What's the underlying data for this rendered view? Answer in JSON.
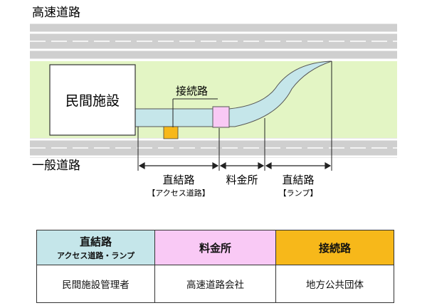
{
  "labels": {
    "expressway": "高速道路",
    "general_road": "一般道路",
    "facility": "民間施設",
    "connecting_road": "接続路",
    "direct_road_access": "直結路",
    "access_sub": "【アクセス道路】",
    "tollgate": "料金所",
    "direct_road_ramp": "直結路",
    "ramp_sub": "【ランプ】"
  },
  "legend": {
    "headers": [
      {
        "title": "直結路",
        "sub": "アクセス道路・ランプ"
      },
      {
        "title": "料金所",
        "sub": ""
      },
      {
        "title": "接続路",
        "sub": ""
      }
    ],
    "values": [
      "民間施設管理者",
      "高速道路会社",
      "地方公共団体"
    ]
  },
  "colors": {
    "green_area": "#e3f5c4",
    "road_gray": "#cfcfcf",
    "access_road": "#c5e6ea",
    "tollgate": "#f9c9f5",
    "connecting": "#f7b81a"
  }
}
